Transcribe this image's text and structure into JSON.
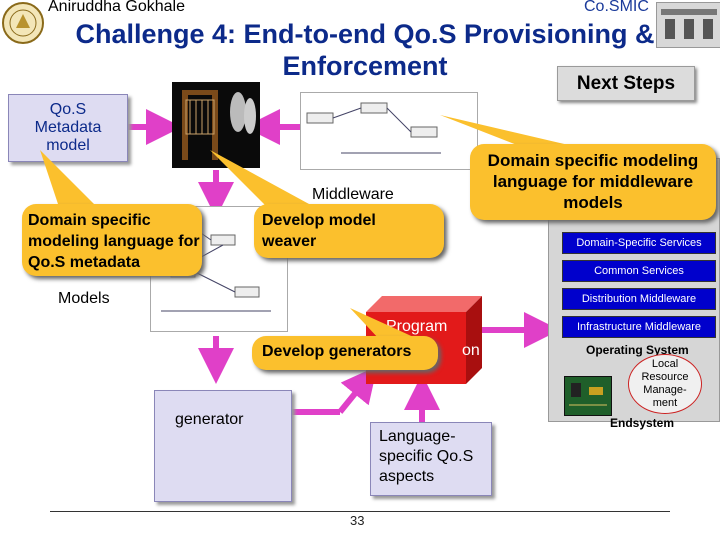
{
  "header": {
    "author": "Aniruddha Gokhale",
    "project": "Co.SMIC",
    "title": "Challenge 4: End-to-end Qo.S Provisioning & Enforcement",
    "next_button": "Next Steps"
  },
  "flow": {
    "metadata_model": "Qo.S Metadata model",
    "middleware_label": "Middleware",
    "models_label": "Models",
    "program_label_1": "Program",
    "program_label_2": "on",
    "generator_label": "generator",
    "aspects_label": "Language-specific Qo.S aspects"
  },
  "callouts": {
    "dsml_qos": "Domain specific modeling language for Qo.S metadata",
    "weaver": "Develop model weaver",
    "dsml_mw": "Domain specific modeling language for middleware models",
    "generators": "Develop generators"
  },
  "stack": {
    "domain_services": "Domain-Specific Services",
    "common_services": "Common Services",
    "distribution_mw": "Distribution Middleware",
    "infra_mw": "Infrastructure Middleware",
    "os": "Operating System",
    "local_resource": "Local Resource Manage-ment",
    "endsystem": "Endsystem"
  },
  "footer": {
    "slide_number": "33"
  },
  "colors": {
    "title": "#0c2a8a",
    "callout": "#fbc02d",
    "arrow": "#e040c8",
    "stack_blue": "#0000cc",
    "box": "#dedcf2",
    "cube": "#e21a1a"
  }
}
